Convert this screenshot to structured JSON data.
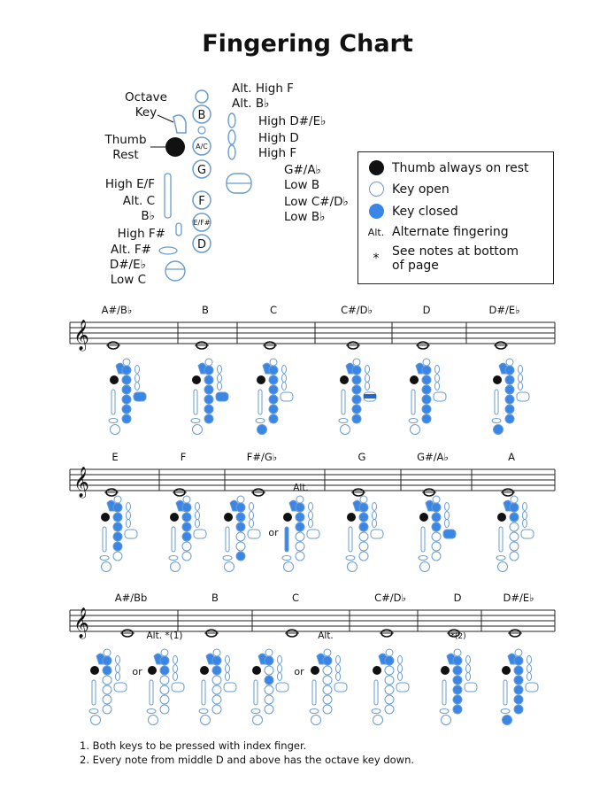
{
  "title": "Fingering Chart",
  "colors": {
    "closed": "#3a86e6",
    "open_stroke": "#6a9ccf",
    "thumb": "#111111"
  },
  "diagram": {
    "octave_key": "Octave\nKey",
    "thumb_rest": "Thumb\nRest",
    "left_labels": [
      "High E/F",
      "Alt. C",
      "B♭",
      "High F#",
      "Alt. F#",
      "D#/E♭",
      "Low C"
    ],
    "right_labels": [
      "Alt. High F",
      "Alt. B♭",
      "High D#/E♭",
      "High D",
      "High F",
      "G#/A♭",
      "Low B",
      "Low C#/D♭",
      "Low B♭"
    ],
    "key_letters": [
      "B",
      "A/C",
      "G",
      "F",
      "E/F#",
      "D"
    ]
  },
  "legend": [
    {
      "symbol": "black",
      "text": "Thumb always on rest"
    },
    {
      "symbol": "open",
      "text": "Key open"
    },
    {
      "symbol": "blue",
      "text": "Key closed"
    },
    {
      "symbol": "alt",
      "abbr": "Alt.",
      "text": "Alternate fingering"
    },
    {
      "symbol": "star",
      "abbr": "*",
      "text": "See notes at bottom\nof page"
    }
  ],
  "or_label": "or",
  "rows": [
    {
      "notes": [
        {
          "name": "A#/B♭",
          "fingering": [
            1,
            1,
            1,
            1,
            1,
            1,
            0,
            0,
            0,
            0,
            1,
            0,
            0,
            0
          ]
        },
        {
          "name": "B",
          "fingering": [
            1,
            1,
            1,
            1,
            1,
            1,
            0,
            0,
            0,
            0,
            0,
            1,
            0,
            0
          ]
        },
        {
          "name": "C",
          "fingering": [
            1,
            1,
            1,
            1,
            1,
            1,
            0,
            0,
            0,
            0,
            0,
            0,
            0,
            1
          ]
        },
        {
          "name": "C#/D♭",
          "fingering": [
            1,
            1,
            1,
            1,
            1,
            1,
            0,
            0,
            0,
            0,
            0,
            0,
            1,
            0
          ]
        },
        {
          "name": "D",
          "fingering": [
            1,
            1,
            1,
            1,
            1,
            1,
            0,
            0,
            0,
            0,
            0,
            0,
            0,
            0
          ]
        },
        {
          "name": "D#/E♭",
          "fingering": [
            1,
            1,
            1,
            1,
            1,
            1,
            0,
            0,
            0,
            0,
            0,
            0,
            0,
            1
          ]
        }
      ]
    },
    {
      "notes": [
        {
          "name": "E",
          "fingering": [
            1,
            1,
            1,
            1,
            1,
            0,
            0,
            0,
            0,
            0,
            0,
            0,
            0,
            0
          ]
        },
        {
          "name": "F",
          "fingering": [
            1,
            1,
            1,
            1,
            0,
            0,
            0,
            0,
            0,
            0,
            0,
            0,
            0,
            0
          ]
        },
        {
          "name": "F#/G♭",
          "fingering": [
            1,
            1,
            1,
            0,
            0,
            1,
            0,
            0,
            0,
            0,
            0,
            0,
            0,
            0
          ]
        },
        {
          "name": "Alt.",
          "fingering": [
            1,
            1,
            1,
            0,
            0,
            0,
            0,
            0,
            0,
            1,
            0,
            0,
            0,
            0
          ]
        },
        {
          "name": "G",
          "fingering": [
            1,
            1,
            1,
            0,
            0,
            0,
            0,
            0,
            0,
            0,
            0,
            0,
            0,
            0
          ]
        },
        {
          "name": "G#/A♭",
          "fingering": [
            1,
            1,
            1,
            0,
            0,
            0,
            0,
            0,
            0,
            0,
            1,
            0,
            0,
            0
          ]
        },
        {
          "name": "A",
          "fingering": [
            1,
            1,
            0,
            0,
            0,
            0,
            0,
            0,
            0,
            0,
            0,
            0,
            0,
            0
          ]
        }
      ]
    },
    {
      "notes": [
        {
          "name": "A#/Bb",
          "fingering": [
            1,
            1,
            0,
            0,
            0,
            0,
            0,
            0,
            0,
            0,
            0,
            0,
            0,
            0
          ]
        },
        {
          "name": "Alt. *(1)",
          "fingering": [
            1,
            1,
            0,
            0,
            0,
            0,
            0,
            0,
            0,
            0,
            0,
            0,
            0,
            0
          ]
        },
        {
          "name": "B",
          "fingering": [
            1,
            1,
            0,
            0,
            0,
            0,
            0,
            0,
            0,
            0,
            0,
            0,
            0,
            0
          ]
        },
        {
          "name": "C",
          "fingering": [
            1,
            0,
            1,
            0,
            0,
            0,
            0,
            0,
            0,
            0,
            0,
            0,
            0,
            0
          ]
        },
        {
          "name": "Alt.",
          "fingering": [
            1,
            0,
            0,
            0,
            0,
            0,
            0,
            1,
            0,
            0,
            0,
            0,
            0,
            0
          ]
        },
        {
          "name": "C#/D♭",
          "fingering": [
            1,
            0,
            0,
            0,
            0,
            0,
            0,
            0,
            0,
            0,
            0,
            0,
            0,
            0
          ]
        },
        {
          "name": "D *(2)",
          "fingering": [
            1,
            1,
            1,
            1,
            1,
            1,
            0,
            0,
            0,
            0,
            0,
            0,
            0,
            0
          ]
        },
        {
          "name": "D#/E♭",
          "fingering": [
            1,
            1,
            1,
            1,
            1,
            1,
            0,
            0,
            0,
            0,
            0,
            0,
            0,
            1
          ]
        }
      ]
    }
  ],
  "staff_notes": [
    {
      "text": "A#/B♭",
      "row": 0
    },
    {
      "text": "B",
      "row": 0
    },
    {
      "text": "C",
      "row": 0
    },
    {
      "text": "C#/D♭",
      "row": 0
    },
    {
      "text": "D",
      "row": 0
    },
    {
      "text": "D#/E♭",
      "row": 0
    },
    {
      "text": "E",
      "row": 1
    },
    {
      "text": "F",
      "row": 1
    },
    {
      "text": "F#/G♭",
      "row": 1
    },
    {
      "text": "G",
      "row": 1
    },
    {
      "text": "G#/A♭",
      "row": 1
    },
    {
      "text": "A",
      "row": 1
    },
    {
      "text": "A#/Bb",
      "row": 2
    },
    {
      "text": "B",
      "row": 2
    },
    {
      "text": "C",
      "row": 2
    },
    {
      "text": "C#/D♭",
      "row": 2
    },
    {
      "text": "D",
      "row": 2
    },
    {
      "text": "D#/E♭",
      "row": 2
    }
  ],
  "alt_marks": [
    "Alt.",
    "Alt. *(1)",
    "Alt.",
    "*(2)"
  ],
  "footnotes": [
    "1. Both keys to be pressed with index finger.",
    "2. Every note from middle D and above has the octave key down."
  ]
}
